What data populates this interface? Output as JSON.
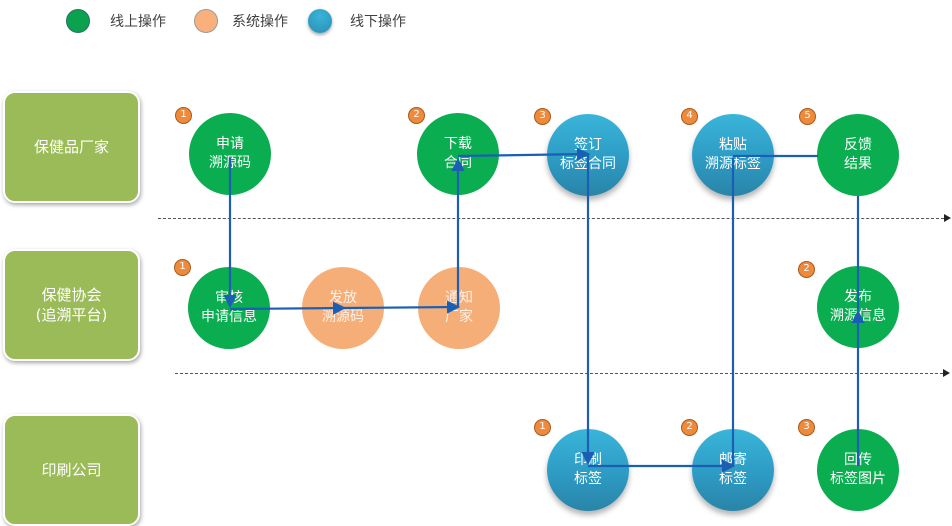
{
  "legend": [
    {
      "label": "线上操作",
      "type": "online",
      "color": "#0aa14f"
    },
    {
      "label": "系统操作",
      "type": "system",
      "color": "#f9b07c"
    },
    {
      "label": "线下操作",
      "type": "offline",
      "color": "#2d9bc4"
    }
  ],
  "lanes": [
    {
      "id": "manufacturer",
      "label": "保健品厂家"
    },
    {
      "id": "association",
      "label": "保健协会\n(追溯平台)"
    },
    {
      "id": "printer",
      "label": "印刷公司"
    }
  ],
  "nodes": {
    "m1": {
      "step": "1",
      "label": "申请\n溯源码",
      "type": "online",
      "lane": "manufacturer"
    },
    "m2": {
      "step": "2",
      "label": "下载\n合同",
      "type": "online",
      "lane": "manufacturer"
    },
    "m3": {
      "step": "3",
      "label": "签订\n标签合同",
      "type": "offline",
      "lane": "manufacturer"
    },
    "m4": {
      "step": "4",
      "label": "粘贴\n溯源标签",
      "type": "offline",
      "lane": "manufacturer"
    },
    "m5": {
      "step": "5",
      "label": "反馈\n结果",
      "type": "online",
      "lane": "manufacturer"
    },
    "a1": {
      "step": "1",
      "label": "审核\n申请信息",
      "type": "online",
      "lane": "association"
    },
    "a_issue": {
      "step": "",
      "label": "发放\n溯源码",
      "type": "system",
      "lane": "association"
    },
    "a_notify": {
      "step": "",
      "label": "通知\n厂家",
      "type": "system",
      "lane": "association"
    },
    "a2": {
      "step": "2",
      "label": "发布\n溯源信息",
      "type": "online",
      "lane": "association"
    },
    "p1": {
      "step": "1",
      "label": "印刷\n标签",
      "type": "offline",
      "lane": "printer"
    },
    "p2": {
      "step": "2",
      "label": "邮寄\n标签",
      "type": "offline",
      "lane": "printer"
    },
    "p3": {
      "step": "3",
      "label": "回传\n标签图片",
      "type": "online",
      "lane": "printer"
    }
  },
  "flow": [
    [
      "m1",
      "a1"
    ],
    [
      "a1",
      "a_issue"
    ],
    [
      "a_issue",
      "a_notify"
    ],
    [
      "a_notify",
      "m2"
    ],
    [
      "m2",
      "m3"
    ],
    [
      "m3",
      "p1"
    ],
    [
      "p1",
      "p2"
    ],
    [
      "p2",
      "m4"
    ],
    [
      "m4",
      "m5"
    ],
    [
      "p3",
      "a2"
    ],
    [
      "a2",
      "m5"
    ]
  ],
  "colors": {
    "flow_line": "#1a5fb4",
    "lane_fill": "#9bbb59",
    "badge": "#ee8a3b"
  }
}
